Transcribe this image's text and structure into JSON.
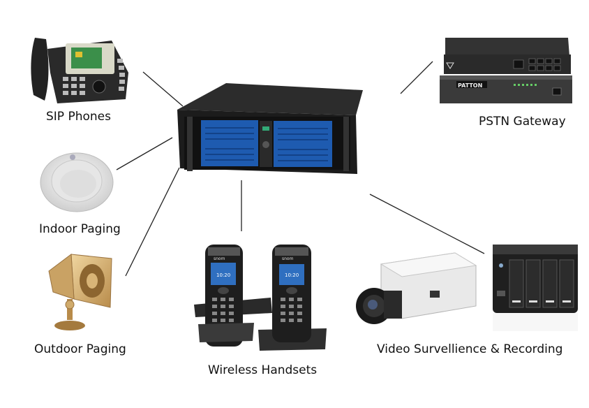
{
  "diagram": {
    "hub": {
      "name": "server",
      "icon": "server-icon"
    },
    "nodes": [
      {
        "id": "sip-phones",
        "label": "SIP Phones",
        "icon": "desk-phone-icon"
      },
      {
        "id": "pstn-gateway",
        "label": "PSTN Gateway",
        "icon": "gateway-icon"
      },
      {
        "id": "indoor-paging",
        "label": "Indoor Paging",
        "icon": "ceiling-speaker-icon"
      },
      {
        "id": "outdoor-paging",
        "label": "Outdoor Paging",
        "icon": "horn-speaker-icon"
      },
      {
        "id": "wireless-handsets",
        "label": "Wireless Handsets",
        "icon": "cordless-phone-icon"
      },
      {
        "id": "video-surveillance",
        "label": "Video Survellience & Recording",
        "icon": "camera-icon"
      }
    ],
    "device_text": {
      "gateway_brand": "PATTON",
      "handset_brand": "snom",
      "handset_time": "10:20"
    }
  }
}
